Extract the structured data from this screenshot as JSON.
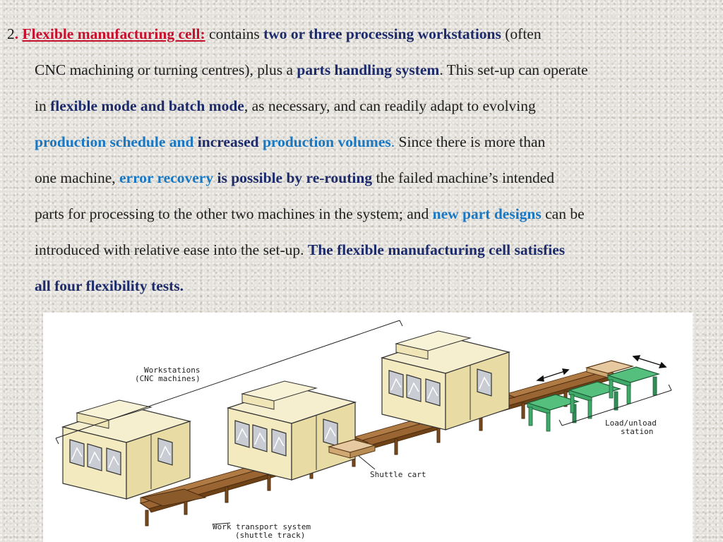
{
  "paragraph": {
    "number": "2",
    "dot": ".",
    "term": "Flexible manufacturing cell:",
    "line1": {
      "a": " contains ",
      "b": "two or three processing workstations",
      "c": " (often"
    },
    "line2": {
      "a": "CNC machining or turning centres), plus a ",
      "b": "parts handling system",
      "c": ". This set-up can operate"
    },
    "line3": {
      "a": "in ",
      "b": "flexible mode and batch mode",
      "c": ", as necessary, and can readily adapt to evolving"
    },
    "line4": {
      "a": "production schedule and ",
      "b": "increased",
      "c": " production volumes",
      "d": ".",
      "e": " Since there is more than"
    },
    "line5": {
      "a": "one machine, ",
      "b": "error recovery",
      "c": " is possible by re-routing",
      "d": " the failed machine’s intended"
    },
    "line6": {
      "a": "parts for processing to the other two machines in the system; and ",
      "b": "new part designs",
      "c": " can be"
    },
    "line7": {
      "a": "introduced with relative ease into the set-up. ",
      "b": "The flexible manufacturing cell satisfies"
    },
    "line8": {
      "a": "all four flexibility tests."
    }
  },
  "figure": {
    "workstations_label_1": "Workstations",
    "workstations_label_2": "(CNC machines)",
    "load_label_1": "Load/unload",
    "load_label_2": "station",
    "shuttle_cart_label": "Shuttle cart",
    "transport_label_1": "Work transport system",
    "transport_label_2": "(shuttle track)"
  },
  "colors": {
    "term_red": "#c8102e",
    "emphasis_navy": "#1d2b6b",
    "emphasis_blue": "#1a78c2",
    "machine_yellow": "#f3eabf",
    "track_brown": "#8a5a2b",
    "station_green": "#3faa6a"
  }
}
